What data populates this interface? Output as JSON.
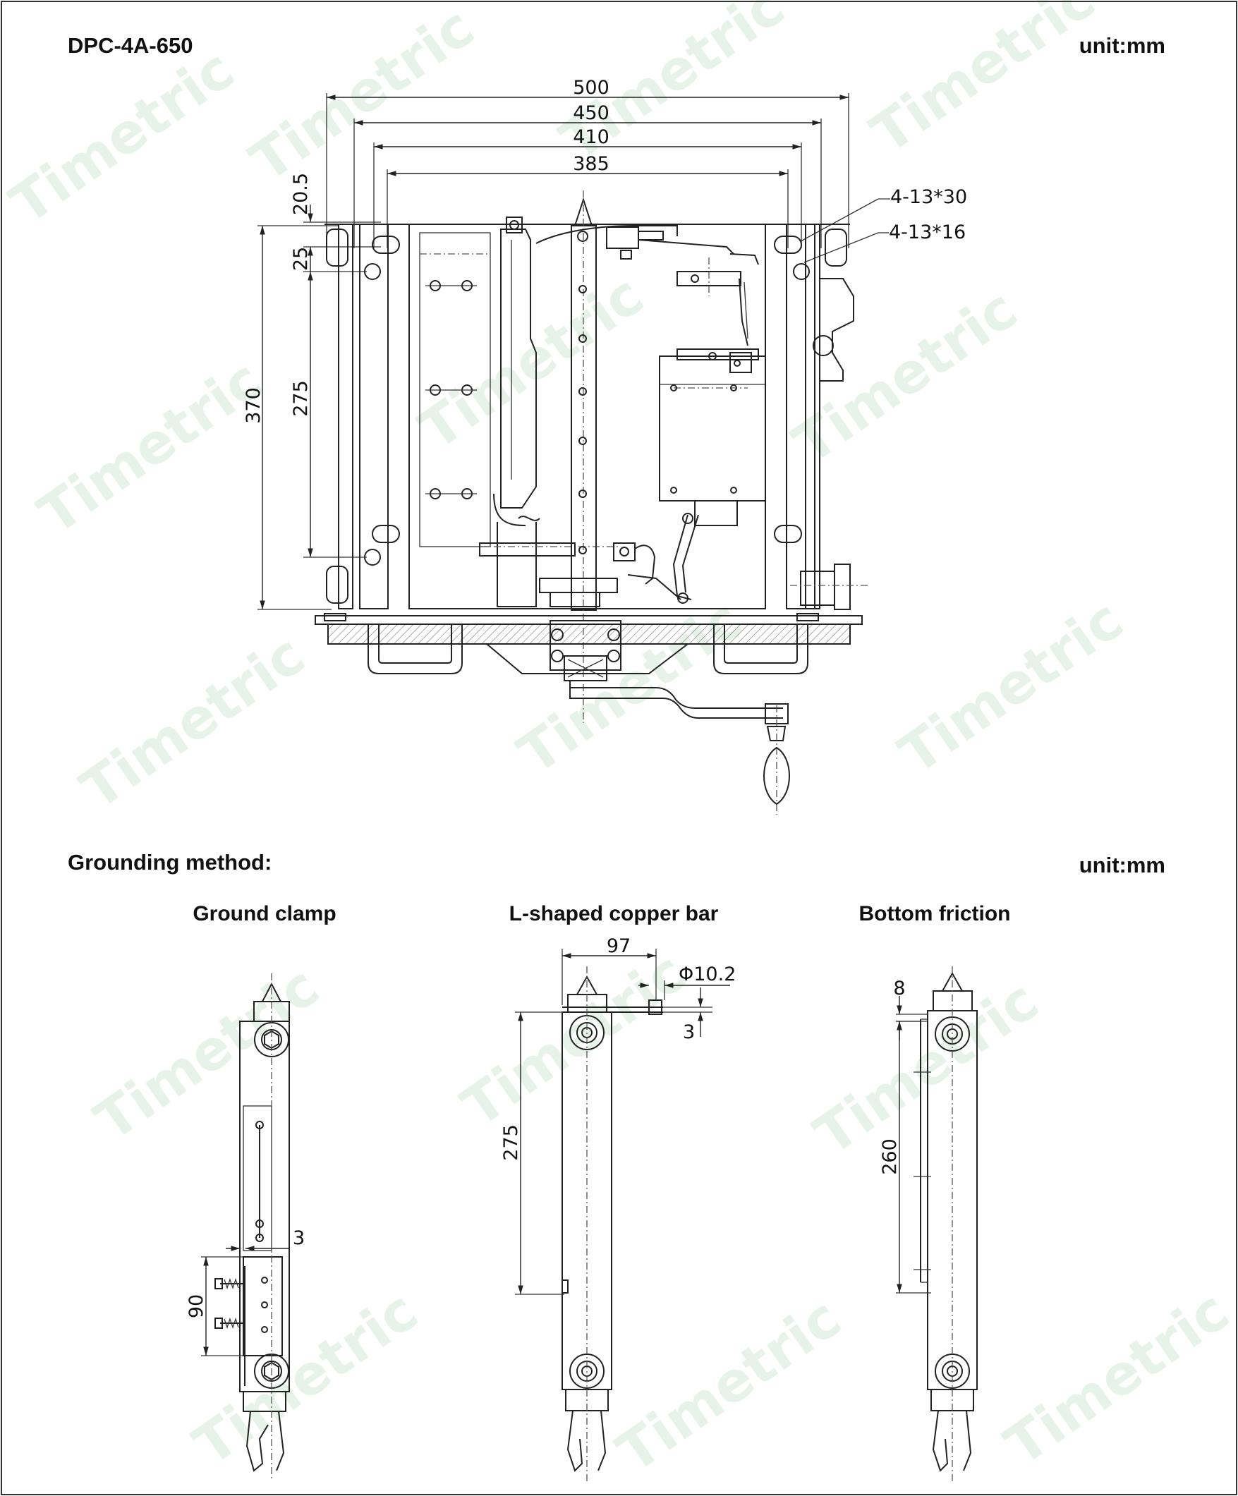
{
  "header": {
    "model": "DPC-4A-650",
    "unit": "unit:mm"
  },
  "main_view": {
    "dimensions": {
      "width_500": "500",
      "width_450": "450",
      "width_410": "410",
      "width_385": "385",
      "offset_20_5": "20.5",
      "offset_25": "25",
      "height_275": "275",
      "height_370": "370"
    },
    "callouts": {
      "slot_4_13x30": "4-13*30",
      "slot_4_13x16": "4-13*16"
    }
  },
  "grounding": {
    "title": "Grounding method:",
    "unit": "unit:mm",
    "views": {
      "ground_clamp": {
        "title": "Ground clamp",
        "dim_3": "3",
        "dim_90": "90"
      },
      "l_shaped_copper_bar": {
        "title": "L-shaped copper bar",
        "dim_97": "97",
        "dim_phi": "Φ10.2",
        "dim_3": "3",
        "dim_275": "275"
      },
      "bottom_friction": {
        "title": "Bottom friction",
        "dim_8": "8",
        "dim_260": "260"
      }
    }
  },
  "watermark": {
    "text": "Timetric",
    "color": "#dff0e2"
  }
}
